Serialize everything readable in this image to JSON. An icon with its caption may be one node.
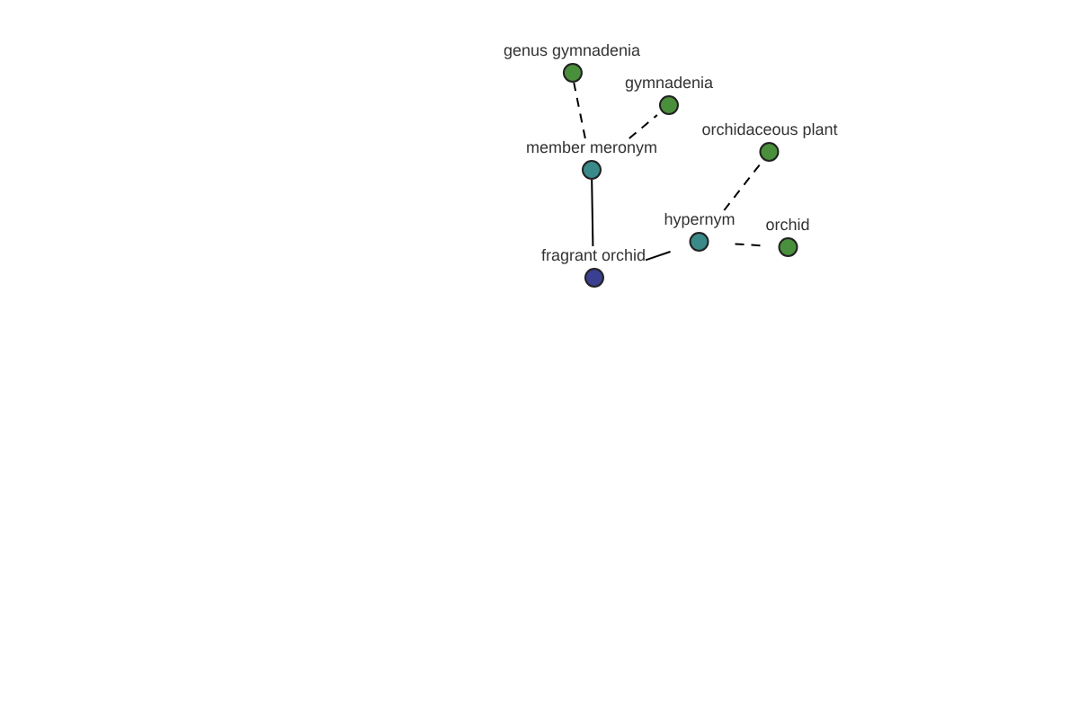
{
  "diagram": {
    "nodes": [
      {
        "text": [
          "fragrant orchid"
        ]
      },
      {
        "text": [
          "member meronym"
        ]
      },
      {
        "text": [
          "hypernym"
        ]
      },
      {
        "text": [
          "genus gymnadenia"
        ]
      },
      {
        "text": [
          "gymnadenia"
        ]
      },
      {
        "text": [
          "orchidaceous plant"
        ]
      },
      {
        "text": [
          "orchid"
        ]
      }
    ],
    "edges": [
      {
        "from": 0,
        "to": 1,
        "arrow": "none"
      },
      {
        "from": 0,
        "to": 2,
        "arrow": "none"
      },
      {
        "from": 1,
        "to": 3,
        "arrow": "none",
        "style": "dashed"
      },
      {
        "from": 1,
        "to": 4,
        "arrow": "none",
        "style": "dashed"
      },
      {
        "from": 2,
        "to": 5,
        "arrow": "none",
        "style": "dashed"
      },
      {
        "from": 2,
        "to": 6,
        "arrow": "none",
        "style": "dashed"
      }
    ]
  }
}
